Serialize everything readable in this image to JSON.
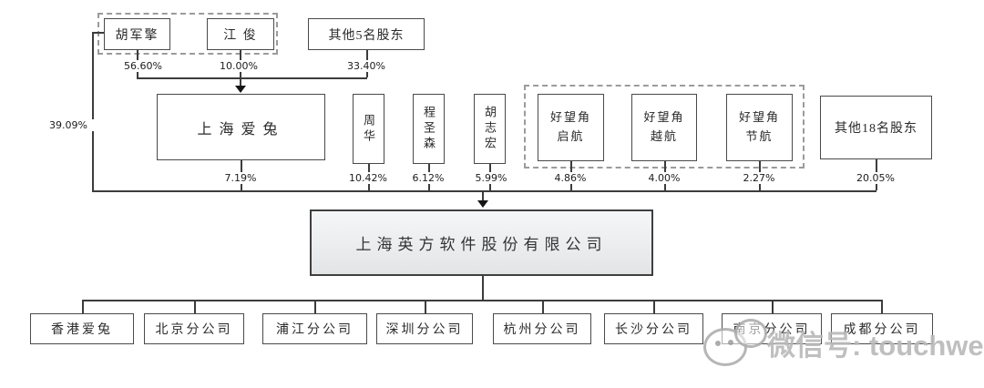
{
  "diagram": {
    "top_shareholders": [
      {
        "name": "胡军擎",
        "pct": "56.60%"
      },
      {
        "name": "江 俊",
        "pct": "10.00%"
      },
      {
        "name": "其他5名股东",
        "pct": "33.40%"
      }
    ],
    "direct_holding_pct": "39.09%",
    "mid_shareholders": [
      {
        "name": "上海爱兔",
        "pct": "7.19%"
      },
      {
        "name": "周华",
        "pct": "10.42%"
      },
      {
        "name": "程圣森",
        "pct": "6.12%"
      },
      {
        "name": "胡志宏",
        "pct": "5.99%"
      },
      {
        "name": "好望角启航",
        "pct": "4.86%"
      },
      {
        "name": "好望角越航",
        "pct": "4.00%"
      },
      {
        "name": "好望角节航",
        "pct": "2.27%"
      },
      {
        "name": "其他18名股东",
        "pct": "20.05%"
      }
    ],
    "company": {
      "name": "上海英方软件股份有限公司"
    },
    "branches": [
      {
        "name": "香港爱兔"
      },
      {
        "name": "北京分公司"
      },
      {
        "name": "浦江分公司"
      },
      {
        "name": "深圳分公司"
      },
      {
        "name": "杭州分公司"
      },
      {
        "name": "长沙分公司"
      },
      {
        "name": "南京分公司"
      },
      {
        "name": "成都分公司"
      }
    ],
    "watermark": {
      "label": "微信号: touchweb"
    }
  }
}
